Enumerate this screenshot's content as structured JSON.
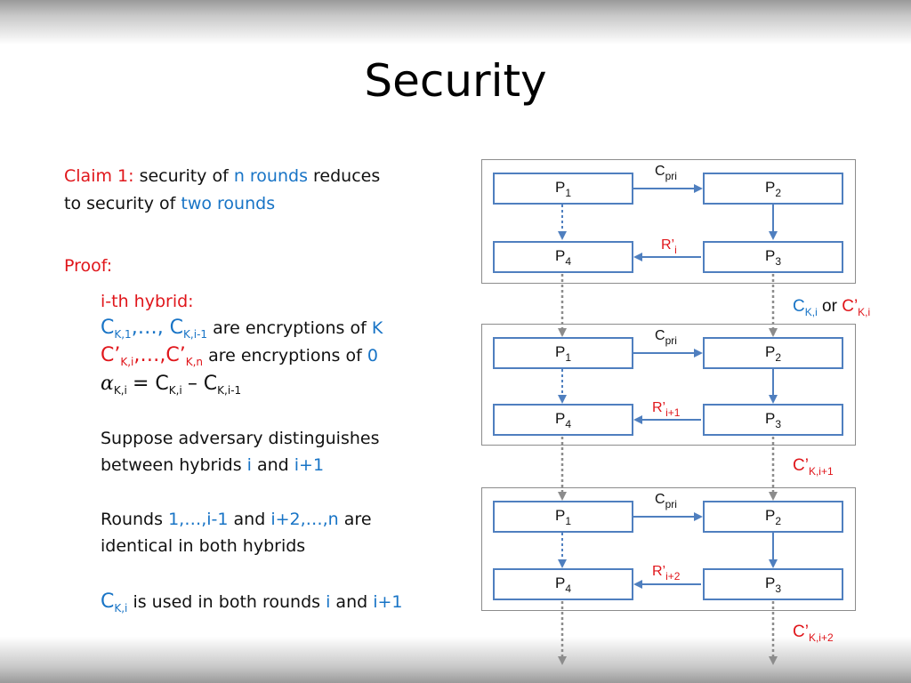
{
  "slide": {
    "title": "Security",
    "claim": {
      "label": "Claim 1:",
      "t1": "security of",
      "n_rounds": "n rounds",
      "t2": "reduces",
      "line2": "to security of",
      "two_rounds": "two rounds"
    },
    "proof_label": "Proof:",
    "hybrid": {
      "heading": "i-th hybrid:",
      "l1_c": "C",
      "l1_sub1": "K,1",
      "l1_mid": ",…, C",
      "l1_sub2": "K,i-1",
      "l1_text": "are encryptions of",
      "l1_val": "K",
      "l2_c": "C’",
      "l2_sub1": "K,i",
      "l2_mid": ",…,C’",
      "l2_sub2": "K,n",
      "l2_text": "are encryptions of",
      "l2_val": "0",
      "l3_alpha": "α",
      "l3_sub1": "K,i",
      "l3_eq": "= C",
      "l3_sub2": "K,i",
      "l3_minus": "– C",
      "l3_sub3": "K,i-1"
    },
    "para1": {
      "line1": "Suppose adversary distinguishes",
      "line2_a": "between hybrids",
      "i": "i",
      "and": "and",
      "i1": "i+1"
    },
    "para2": {
      "rounds": "Rounds",
      "range1": "1,…,i-1",
      "and": "and",
      "range2": "i+2,…,n",
      "are": "are",
      "line2": "identical in both hybrids"
    },
    "para3": {
      "c": "C",
      "sub": "K,i",
      "text": "is used in both rounds",
      "i": "i",
      "and": "and",
      "i1": "i+1"
    }
  },
  "diagram": {
    "parties": [
      "P",
      "P",
      "P",
      "P"
    ],
    "party_subs": [
      "1",
      "2",
      "3",
      "4"
    ],
    "rounds": [
      {
        "c_label": "C",
        "c_sub": "pri",
        "r_label": "R’",
        "r_sub": "i"
      },
      {
        "c_label": "C",
        "c_sub": "pri",
        "r_label": "R’",
        "r_sub": "i+1"
      },
      {
        "c_label": "C",
        "c_sub": "pri",
        "r_label": "R’",
        "r_sub": "i+2"
      }
    ],
    "between_labels": [
      {
        "a": "C",
        "a_sub": "K,i",
        "or": "or",
        "b": "C’",
        "b_sub": "K,i"
      },
      {
        "b": "C’",
        "b_sub": "K,i+1"
      },
      {
        "b": "C’",
        "b_sub": "K,i+2"
      }
    ]
  },
  "colors": {
    "red": "#e0161b",
    "blue": "#1874c6",
    "box": "#4f7fbf",
    "frame": "#8c8c8c",
    "dotted": "#8c8c8c"
  }
}
